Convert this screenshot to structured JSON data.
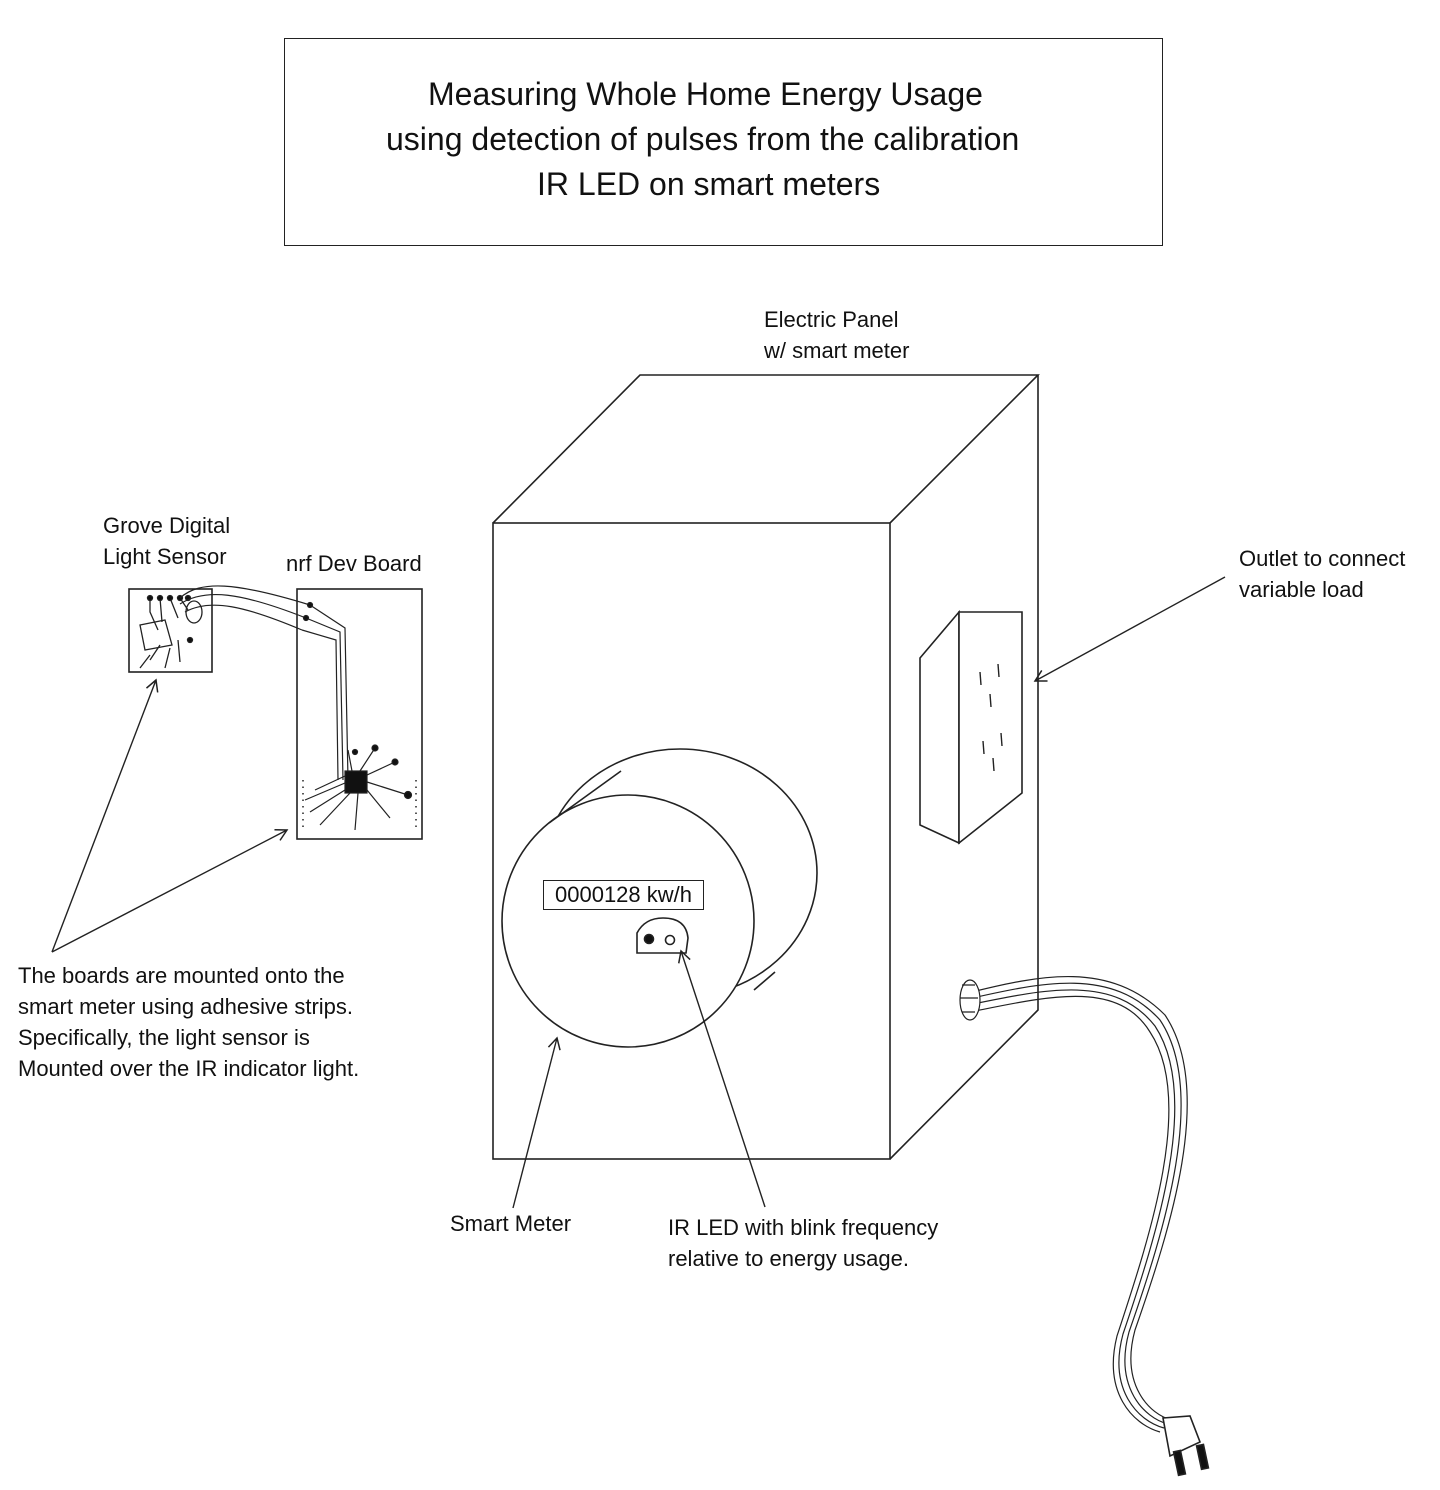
{
  "title": {
    "line1": "Measuring Whole Home Energy Usage",
    "line2": "using detection of pulses from the calibration",
    "line3": "IR LED on smart meters"
  },
  "labels": {
    "electric_panel": [
      "Electric Panel",
      "w/ smart meter"
    ],
    "grove_sensor": [
      "Grove Digital",
      "Light Sensor"
    ],
    "nrf_board": "nrf Dev Board",
    "outlet": [
      "Outlet to connect",
      "variable load"
    ],
    "mounting_note": [
      "The boards are mounted onto the",
      "smart meter using adhesive strips.",
      "Specifically, the light sensor is",
      "Mounted over the IR indicator light."
    ],
    "smart_meter": "Smart Meter",
    "ir_led": [
      "IR LED with blink frequency",
      "relative to energy usage."
    ]
  },
  "meter_display": "0000128 kw/h",
  "colors": {
    "line": "#222222",
    "background": "#ffffff"
  }
}
